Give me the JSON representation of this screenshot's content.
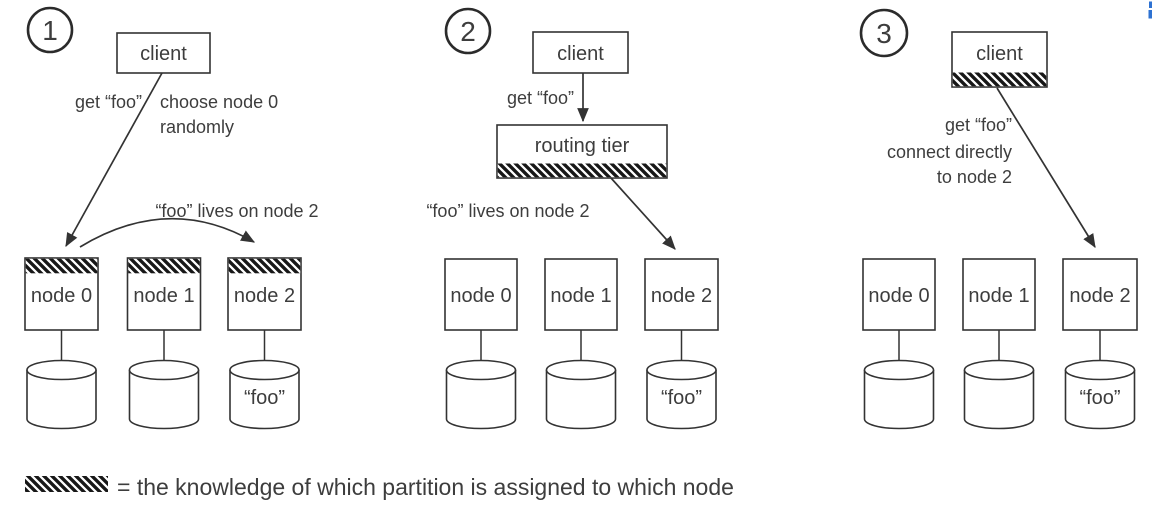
{
  "panels": [
    {
      "number": "1",
      "client": "client",
      "request": "get “foo”",
      "note_line1": "choose node 0",
      "note_line2": "randomly",
      "reply": "“foo” lives on node 2",
      "nodes": [
        "node 0",
        "node 1",
        "node 2"
      ],
      "stored_key": "“foo”"
    },
    {
      "number": "2",
      "client": "client",
      "request": "get “foo”",
      "router": "routing tier",
      "reply": "“foo” lives on node 2",
      "nodes": [
        "node 0",
        "node 1",
        "node 2"
      ],
      "stored_key": "“foo”"
    },
    {
      "number": "3",
      "client": "client",
      "request_line1": "get “foo”",
      "request_line2": "connect directly",
      "request_line3": "to node 2",
      "nodes": [
        "node 0",
        "node 1",
        "node 2"
      ],
      "stored_key": "“foo”"
    }
  ],
  "legend": {
    "swatch": "hatch-pattern",
    "text": "= the knowledge of which partition is assigned to which node"
  },
  "colors": {
    "line": "#333333",
    "text": "#3d3d3d",
    "hatch": "#171717",
    "background": "#ffffff",
    "edge_artifact": "#2e72d2"
  }
}
